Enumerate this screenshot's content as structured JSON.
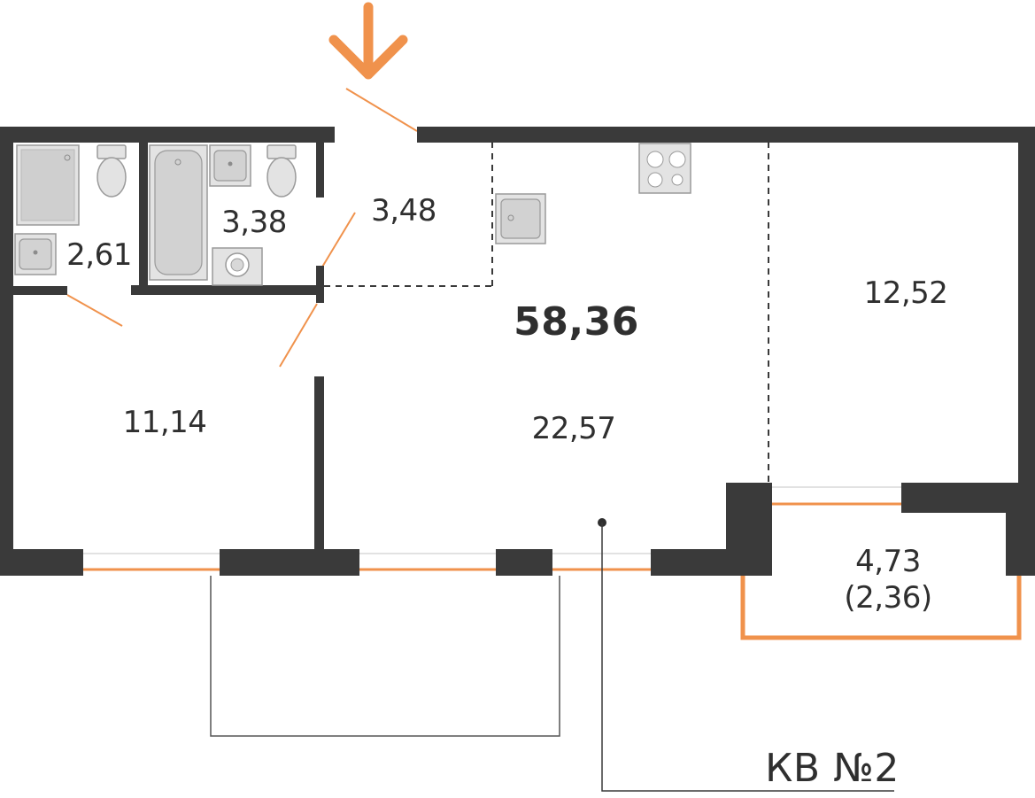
{
  "plan": {
    "total_area": "58,36",
    "apartment_label": "КВ №2",
    "rooms": {
      "bathroom_small": "2,61",
      "bathroom_main": "3,38",
      "hallway": "3,48",
      "bedroom_left": "11,14",
      "living_kitchen": "22,57",
      "bedroom_right": "12,52",
      "balcony": "4,73",
      "balcony_reduced": "(2,36)"
    }
  },
  "colors": {
    "wall": "#3a3a3a",
    "accent": "#f0924c",
    "fixture": "#e3e3e3",
    "text": "#2f2f2f"
  },
  "icons": {
    "entrance": "arrow-down-icon",
    "stove": "stove-icon",
    "sink": "sink-icon",
    "toilet": "toilet-icon",
    "bathtub": "bathtub-icon",
    "shower": "shower-tray-icon",
    "washing_machine": "washing-machine-icon"
  }
}
